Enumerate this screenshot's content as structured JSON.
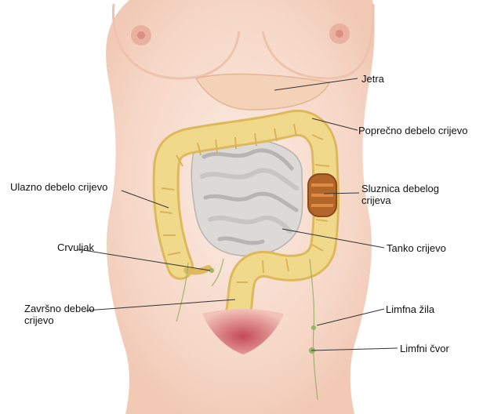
{
  "labels": {
    "jetra": "Jetra",
    "poprecno": "Poprečno debelo crijevo",
    "ulazno": "Ulazno debelo crijevo",
    "sluznica_1": "Sluznica debelog",
    "sluznica_2": "crijeva",
    "tanko": "Tanko crijevo",
    "crvuljak": "Crvuljak",
    "zavrsno_1": "Završno debelo",
    "zavrsno_2": "crijevo",
    "limfna_zila": "Limfna žila",
    "limfni_cvor": "Limfni čvor"
  },
  "colors": {
    "skin": "#f7ddd0",
    "skin_shadow": "#eec3ad",
    "colon": "#f1d98c",
    "colon_dark": "#ddb95c",
    "small_intestine": "#dcd9d6",
    "mucosa": "#b3662a",
    "leader_line": "#333333",
    "lymph": "#8fae5a",
    "pubic": "#d9737a"
  }
}
